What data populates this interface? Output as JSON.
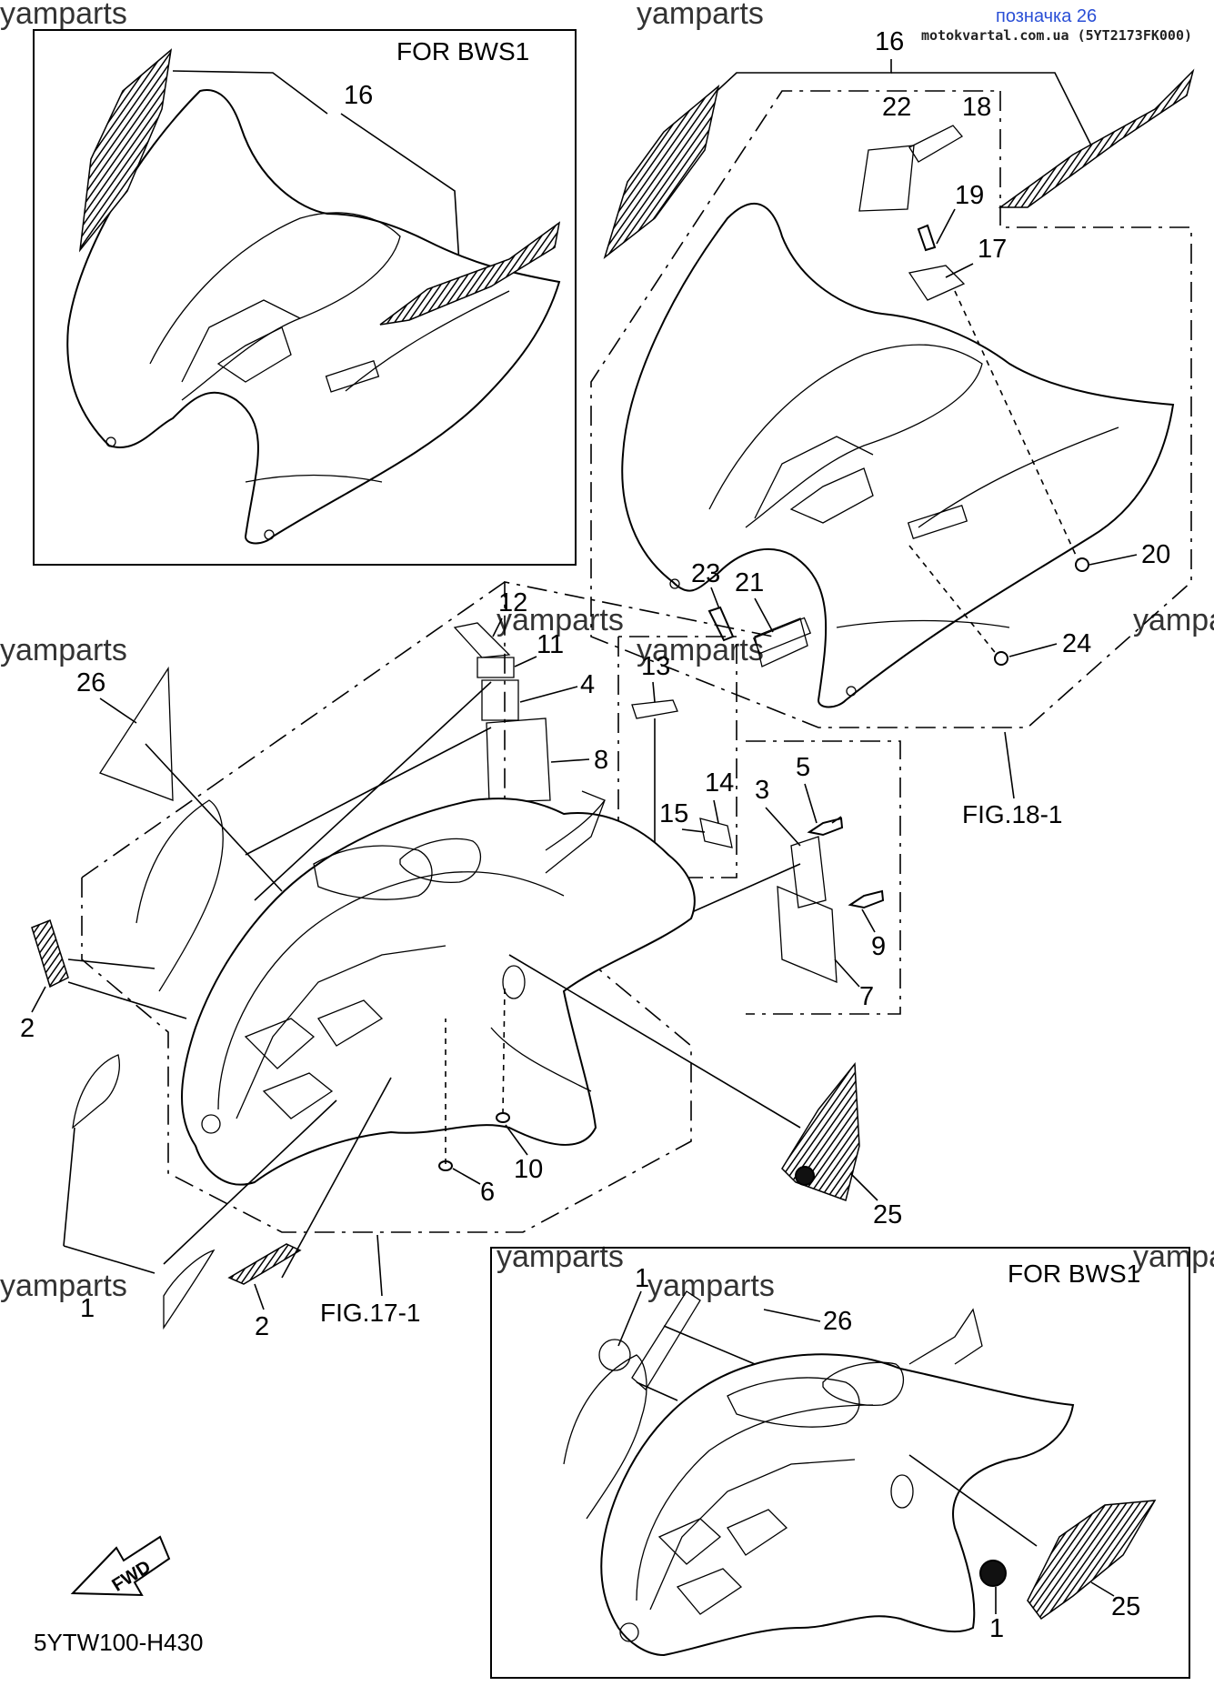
{
  "header": {
    "title": "позначка 26",
    "subtitle": "motokvartal.com.ua (5YT2173FK000)"
  },
  "watermark": "yamparts",
  "diagram_code": "5YTW100-H430",
  "fwd_label": "FWD",
  "boxes": {
    "top_left": "FOR BWS1",
    "bottom_right": "FOR BWS1"
  },
  "references": {
    "fig_17": "FIG.17-1",
    "fig_18": "FIG.18-1"
  },
  "callouts": {
    "tl_16": "16",
    "tr_16": "16",
    "c22": "22",
    "c18": "18",
    "c19": "19",
    "c17": "17",
    "c20": "20",
    "c23": "23",
    "c21": "21",
    "c24": "24",
    "c12": "12",
    "c11": "11",
    "c4": "4",
    "c26": "26",
    "c8": "8",
    "c13": "13",
    "c14": "14",
    "c15": "15",
    "c3": "3",
    "c5": "5",
    "c9": "9",
    "c7": "7",
    "c2a": "2",
    "c10": "10",
    "c6": "6",
    "c25": "25",
    "c1": "1",
    "c2b": "2",
    "br_1a": "1",
    "br_26": "26",
    "br_25": "25",
    "br_1b": "1"
  }
}
